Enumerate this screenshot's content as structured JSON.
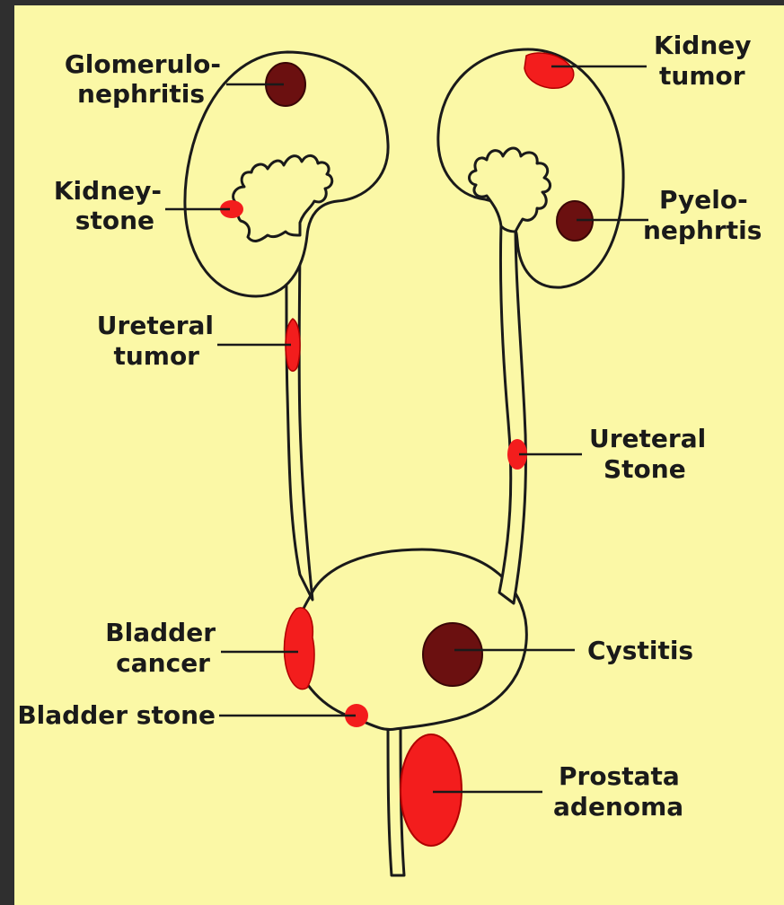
{
  "colors": {
    "background": "#fbf8a6",
    "outline": "#1a1a1a",
    "lesion_red": "#f31d1d",
    "lesion_dark": "#6b1010",
    "frame": "#3a3a3a"
  },
  "labels": {
    "glomerulonephritis": [
      "Glomerulo-",
      "nephritis"
    ],
    "kidney_stone": [
      "Kidney-",
      "stone"
    ],
    "ureteral_tumor": [
      "Ureteral",
      "tumor"
    ],
    "bladder_cancer": [
      "Bladder",
      "cancer"
    ],
    "bladder_stone": [
      "Bladder stone"
    ],
    "kidney_tumor": [
      "Kidney",
      "tumor"
    ],
    "pyelonephritis": [
      "Pyelo-",
      "nephrtis"
    ],
    "ureteral_stone": [
      "Ureteral",
      "Stone"
    ],
    "cystitis": [
      "Cystitis"
    ],
    "prostata_adenoma": [
      "Prostata",
      "adenoma"
    ]
  }
}
